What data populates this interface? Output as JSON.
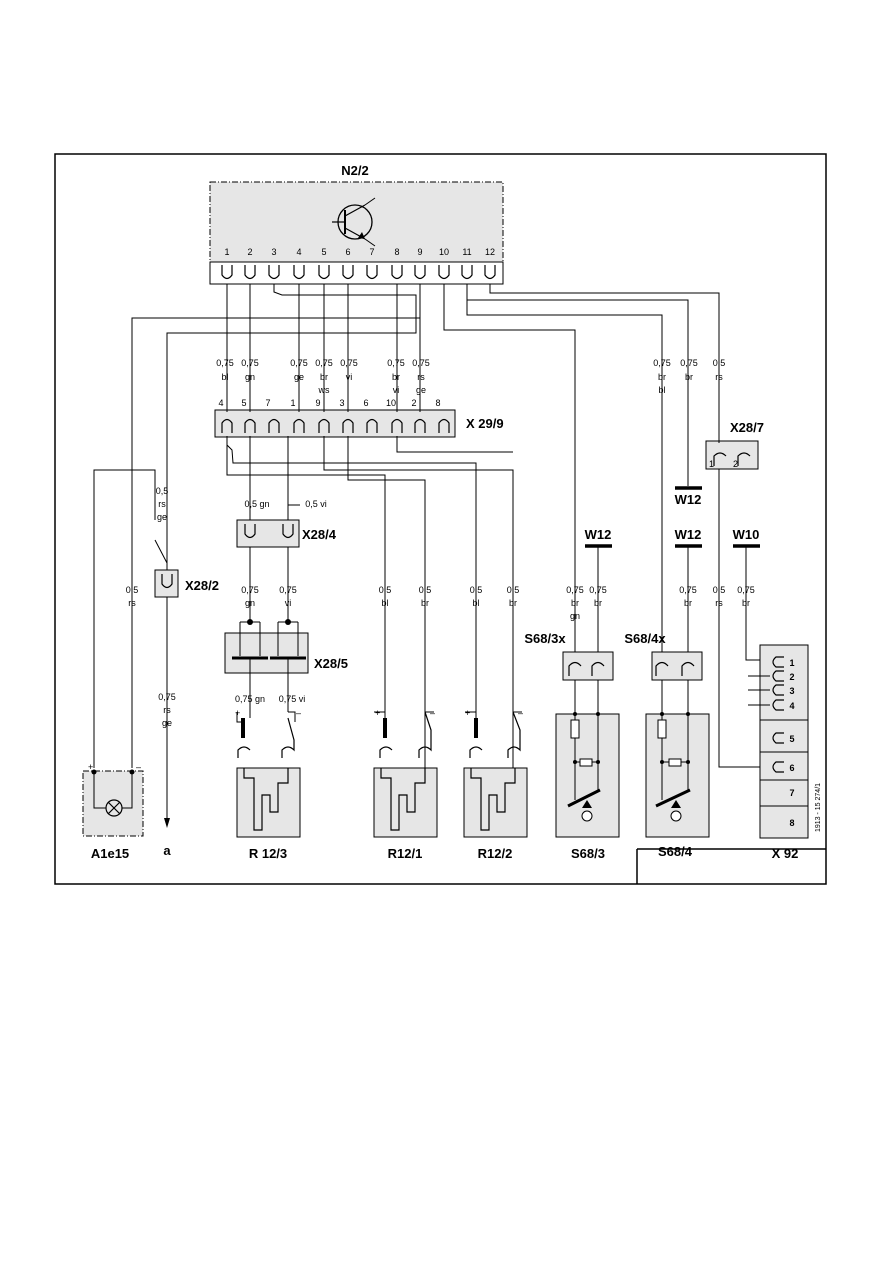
{
  "colors": {
    "ink": "#000000",
    "component_fill": "#e6e6e6",
    "background": "#ffffff"
  },
  "components": {
    "n22": {
      "label": "N2/2",
      "pins": [
        "1",
        "2",
        "3",
        "4",
        "5",
        "6",
        "7",
        "8",
        "9",
        "10",
        "11",
        "12"
      ]
    },
    "x299": {
      "label": "X 29/9",
      "pins": [
        "4",
        "5",
        "7",
        "1",
        "9",
        "3",
        "6",
        "10",
        "2",
        "8"
      ]
    },
    "x287": {
      "label": "X28/7",
      "pins": [
        "1",
        "2"
      ]
    },
    "x284": {
      "label": "X28/4"
    },
    "x282": {
      "label": "X28/2"
    },
    "x285": {
      "label": "X28/5"
    },
    "s683x": {
      "label": "S68/3x"
    },
    "s684x": {
      "label": "S68/4x"
    },
    "a1e15": {
      "label": "A1e15"
    },
    "a": {
      "label": "a"
    },
    "r123": {
      "label": "R 12/3"
    },
    "r121": {
      "label": "R12/1"
    },
    "r122": {
      "label": "R12/2"
    },
    "s683": {
      "label": "S68/3"
    },
    "s684": {
      "label": "S68/4"
    },
    "x92": {
      "label": "X 92",
      "pins": [
        "1",
        "2",
        "3",
        "4",
        "5",
        "6",
        "7",
        "8"
      ]
    }
  },
  "grounds": {
    "w12_a": "W12",
    "w12_b": "W12",
    "w12_c": "W12",
    "w10": "W10"
  },
  "wires": {
    "n1": [
      "0,75",
      "bl"
    ],
    "n2": [
      "0,75",
      "gn"
    ],
    "n4": [
      "0,75",
      "ge"
    ],
    "n5": [
      "0,75",
      "br",
      "ws"
    ],
    "n6": [
      "0,75",
      "vi"
    ],
    "n8": [
      "0,75",
      "br",
      "vi"
    ],
    "n9": [
      "0,75",
      "rs",
      "ge"
    ],
    "n10b": [
      "0,75",
      "br",
      "bl"
    ],
    "n11": [
      "0,75",
      "br"
    ],
    "n12": [
      "0,5",
      "rs"
    ],
    "x284_gn": "0,5 gn",
    "x284_vi": "0,5 vi",
    "x282_in": [
      "0,5",
      "rs",
      "ge"
    ],
    "a1_rs": [
      "0,5",
      "rs"
    ],
    "x285_gn": [
      "0,75",
      "gn"
    ],
    "x285_vi": [
      "0,75",
      "vi"
    ],
    "r123_gn": "0,75 gn",
    "r123_vi": "0,75 vi",
    "a_out": [
      "0,75",
      "rs",
      "ge"
    ],
    "r121_bl": [
      "0,5",
      "bl"
    ],
    "r121_br": [
      "0,5",
      "br"
    ],
    "r122_bl": [
      "0,5",
      "bl"
    ],
    "r122_br": [
      "0,5",
      "br"
    ],
    "s683_a": [
      "0,75",
      "br",
      "gn"
    ],
    "s683_b": [
      "0,75",
      "br"
    ],
    "s684_b": [
      "0,75",
      "br"
    ],
    "x92_rs": [
      "0,5",
      "rs"
    ],
    "x92_br": [
      "0,75",
      "br"
    ]
  },
  "polarity": {
    "plus": "+",
    "minus": "–"
  },
  "reference_code": "1913 - 15 274/1"
}
